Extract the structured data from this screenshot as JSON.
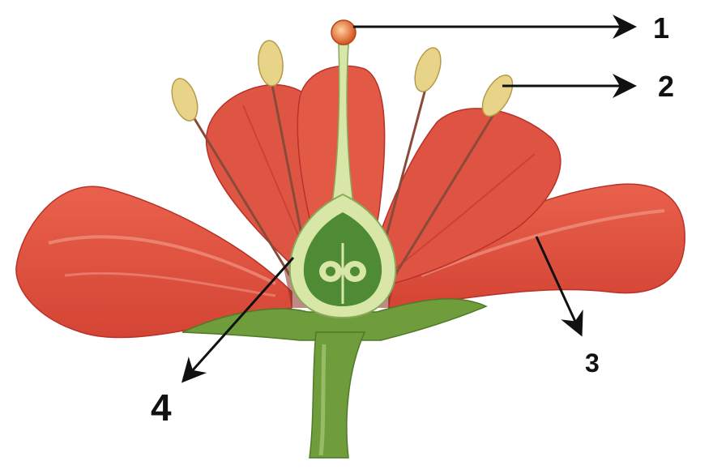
{
  "labels": {
    "one": "1",
    "two": "2",
    "three": "3",
    "four": "4"
  },
  "colors": {
    "petal": "#e0503f",
    "petal_dark": "#b8322a",
    "petal_light": "#f08a78",
    "stem": "#6f9d3c",
    "stem_dark": "#4f7a28",
    "ovary_wall": "#d8e6a8",
    "ovary_inner": "#4f8a34",
    "anther": "#e8d488",
    "stigma": "#e06a32",
    "arrow": "#111111"
  }
}
